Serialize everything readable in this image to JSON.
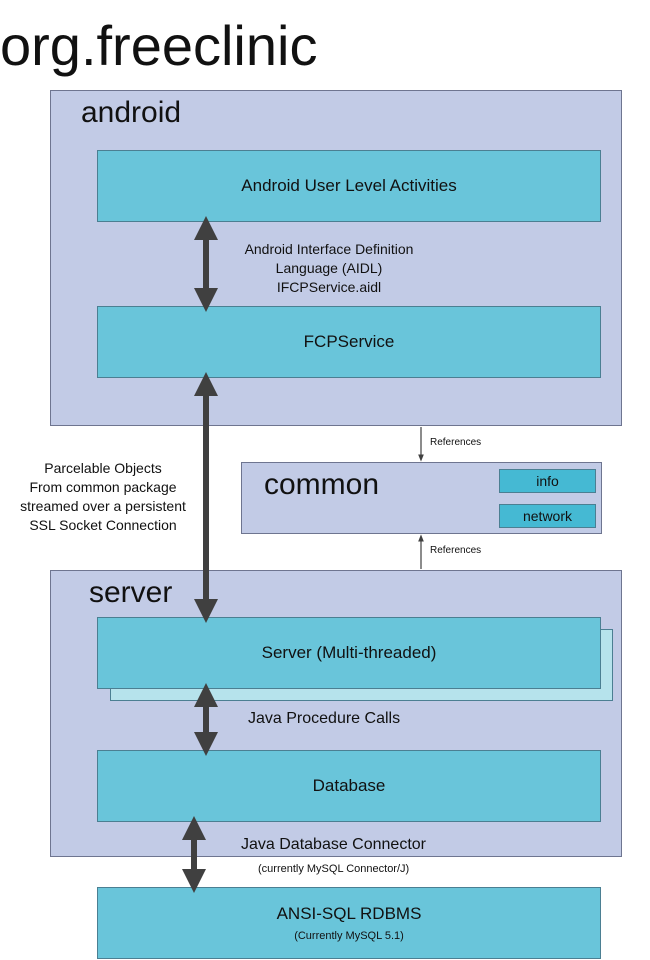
{
  "title": "org.freeclinic",
  "packages": {
    "android": {
      "label": "android",
      "activities_box": "Android User Level Activities",
      "aidl_note": [
        "Android Interface Definition",
        "Language (AIDL)",
        "IFCPService.aidl"
      ],
      "service_box": "FCPService"
    },
    "common": {
      "label": "common",
      "modules": [
        "info",
        "network"
      ]
    },
    "server": {
      "label": "server",
      "server_box": "Server  (Multi-threaded)",
      "procedure_note": "Java Procedure Calls",
      "database_box": "Database",
      "connector_note": "Java Database Connector",
      "connector_sub": "(currently MySQL Connector/J)"
    }
  },
  "references_labels": [
    "References",
    "References"
  ],
  "parcelable_note": [
    "Parcelable Objects",
    "From common package",
    "streamed over a persistent",
    "SSL Socket Connection"
  ],
  "rdbms": {
    "label": "ANSI-SQL RDBMS",
    "sub": "(Currently MySQL 5.1)"
  },
  "colors": {
    "package_fill": "#c2cbe6",
    "box_fill": "#69c5da",
    "mini_fill": "#45b9d3",
    "shadow_fill": "#b6e3ec",
    "arrow": "#404040"
  }
}
